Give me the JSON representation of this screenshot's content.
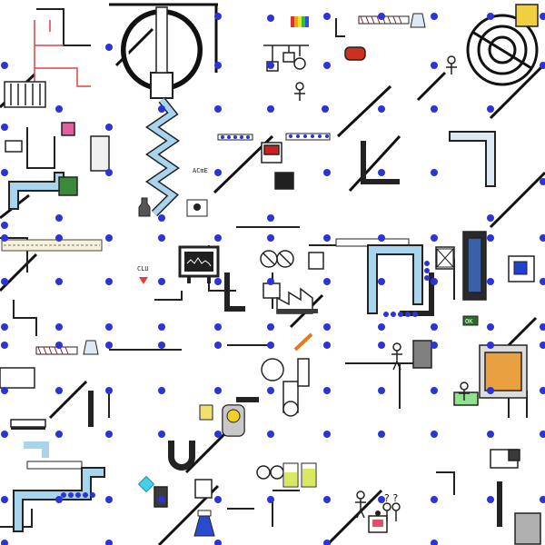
{
  "game": {
    "labels": {
      "sign_acme": "ACmE",
      "sign_clu": "CLU",
      "panel_ok": "OK",
      "question_marks": "? ?"
    },
    "node_dot_color": "#2b34d6",
    "colors": {
      "wire": "#111111",
      "pipe_blue": "#a9d4ee",
      "pipe_dark": "#3a3a3a",
      "heat_red": "#e04040",
      "liquid_green": "#d8e860",
      "gem_cyan": "#45d0e8",
      "accent_orange": "#e07a20",
      "beaker_blue": "#2a4ad0",
      "screen_dark": "#202020"
    },
    "icons": [
      "robot-icon",
      "scientist-icon",
      "beaker-icon",
      "hydrant-icon",
      "skull-sign-icon",
      "gear-icon",
      "conveyor-icon",
      "monitor-icon",
      "lamp-icon",
      "magnet-icon",
      "fan-icon",
      "battery-icon"
    ]
  }
}
